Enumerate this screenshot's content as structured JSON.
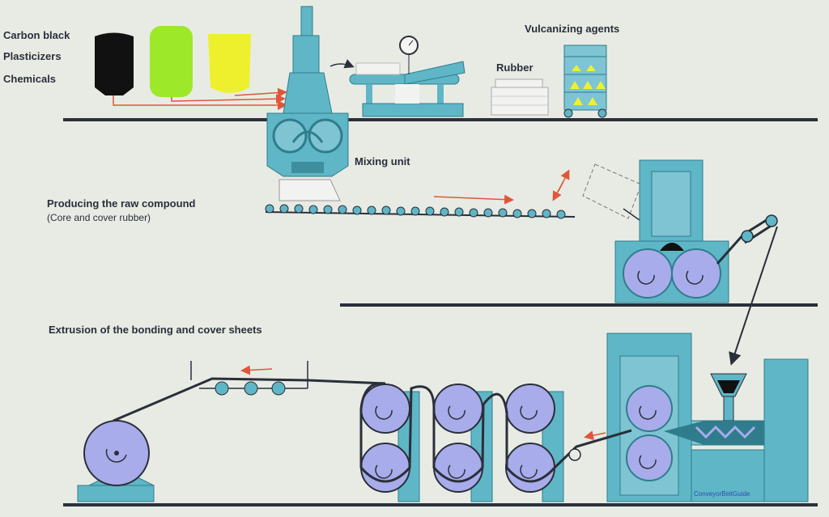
{
  "labels": {
    "carbon_black": "Carbon black",
    "plasticizers": "Plasticizers",
    "chemicals": "Chemicals",
    "vulcanizing_agents": "Vulcanizing agents",
    "rubber": "Rubber",
    "mixing_unit": "Mixing unit",
    "producing_title": "Producing the raw compound",
    "producing_sub": "(Core and cover rubber)",
    "extrusion_title": "Extrusion of the bonding and cover sheets",
    "watermark": "ConveyorBeltGuide"
  },
  "colors": {
    "background": "#e8ebe4",
    "machine": "#5fb6c6",
    "machine_dark": "#2f7d8c",
    "roller": "#a9acea",
    "line": "#2a2f3a",
    "arrow": "#e0563a",
    "container_black": "#111111",
    "container_green": "#9ee82a",
    "container_yellow": "#eef02e"
  },
  "icons": [
    "dial-gauge-icon",
    "curved-arrow-icon",
    "direction-arrow-icon"
  ]
}
